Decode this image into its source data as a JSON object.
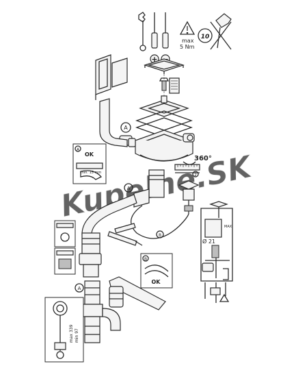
{
  "labels": {
    "torque": "max\n5 Nm",
    "degree": "360°",
    "letter_a": "A",
    "letter_b": "B",
    "ok": "OK",
    "min_length": "min. 15 mm",
    "step_10": "10",
    "step_2": "2",
    "diameter": "Ø 21",
    "max_short": "MAX",
    "max_339": "max 339",
    "min_97": "min 97",
    "watermark": "Kupelne.SK"
  },
  "tools": {
    "plus": "+",
    "minus": "−"
  }
}
